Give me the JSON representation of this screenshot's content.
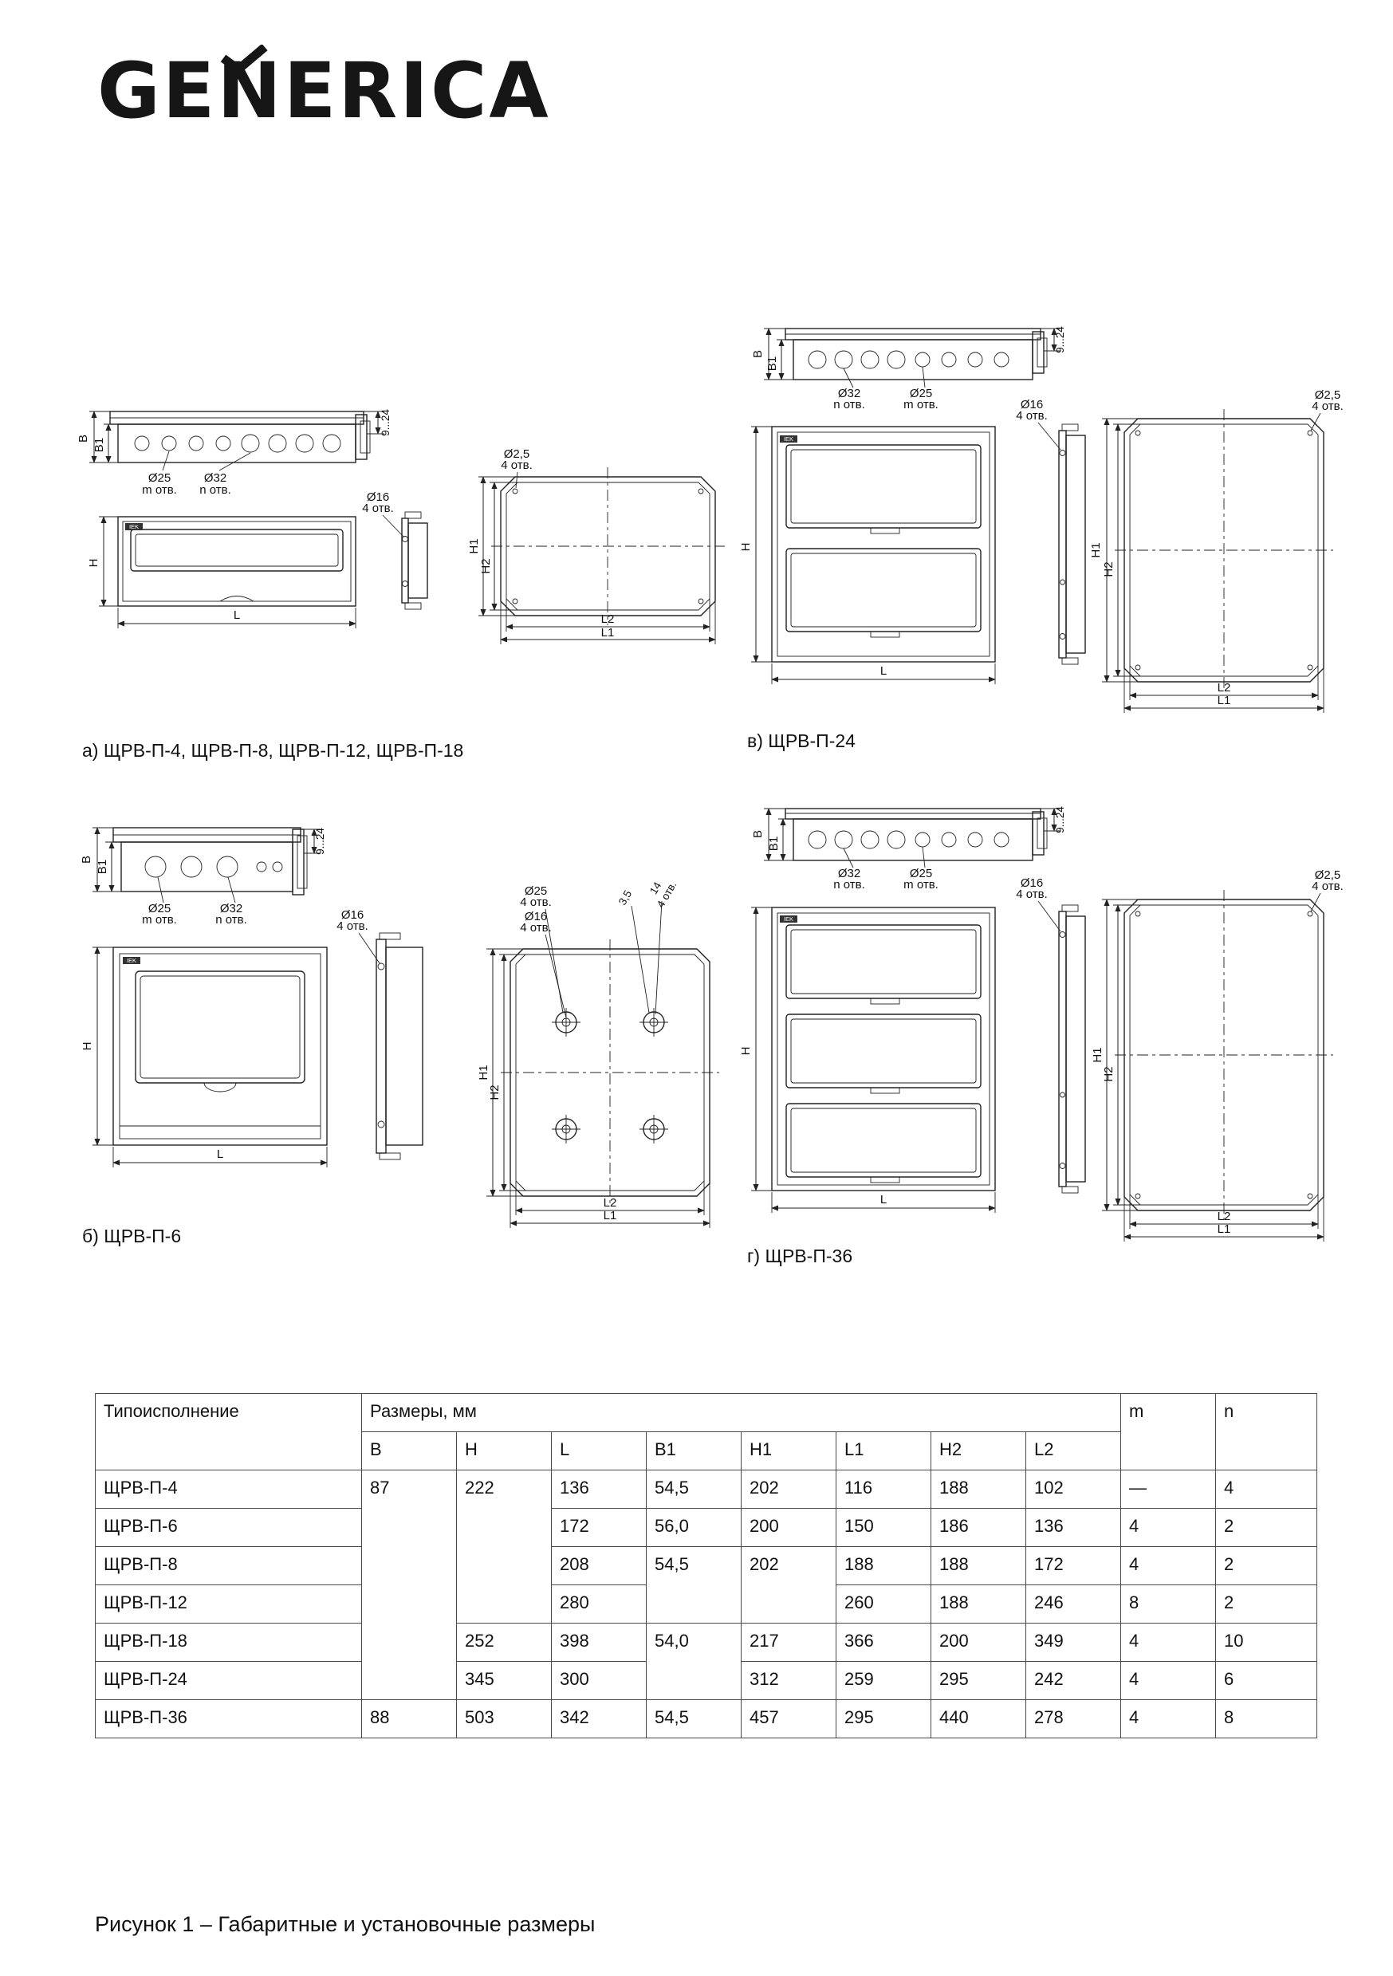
{
  "brand": "GENERICA",
  "iek": "IEK",
  "figures": {
    "a": {
      "caption": "а) ЩРВ-П-4, ЩРВ-П-8, ЩРВ-П-12, ЩРВ-П-18"
    },
    "v": {
      "caption": "в) ЩРВ-П-24"
    },
    "b": {
      "caption": "б) ЩРВ-П-6"
    },
    "g": {
      "caption": "г) ЩРВ-П-36"
    }
  },
  "dim_labels": {
    "B": "B",
    "B1": "B1",
    "H": "H",
    "L": "L",
    "H1": "H1",
    "H2": "H2",
    "L1": "L1",
    "L2": "L2",
    "d25": "Ø25",
    "d32": "Ø32",
    "d16": "Ø16",
    "d2_5": "Ø2,5",
    "m_otv": "m отв.",
    "n_otv": "n отв.",
    "otv4": "4 отв.",
    "gap": "9...24",
    "t3_5": "3,5",
    "t14": "14"
  },
  "table": {
    "header": {
      "type": "Типоисполнение",
      "sizes": "Размеры, мм",
      "m": "m",
      "n": "n",
      "size_cols": [
        "B",
        "H",
        "L",
        "B1",
        "H1",
        "L1",
        "H2",
        "L2"
      ]
    },
    "rows": [
      {
        "name": "ЩРВ-П-4",
        "B": "87",
        "H": "222",
        "L": "136",
        "B1": "54,5",
        "H1": "202",
        "L1": "116",
        "H2": "188",
        "L2": "102",
        "m": "—",
        "n": "4"
      },
      {
        "name": "ЩРВ-П-6",
        "L": "172",
        "B1": "56,0",
        "H1": "200",
        "L1": "150",
        "H2": "186",
        "L2": "136",
        "m": "4",
        "n": "2"
      },
      {
        "name": "ЩРВ-П-8",
        "L": "208",
        "B1": "54,5",
        "H1": "202",
        "L1": "188",
        "H2": "188",
        "L2": "172",
        "m": "4",
        "n": "2"
      },
      {
        "name": "ЩРВ-П-12",
        "L": "280",
        "L1": "260",
        "H2": "188",
        "L2": "246",
        "m": "8",
        "n": "2"
      },
      {
        "name": "ЩРВ-П-18",
        "H": "252",
        "L": "398",
        "B1": "54,0",
        "H1": "217",
        "L1": "366",
        "H2": "200",
        "L2": "349",
        "m": "4",
        "n": "10"
      },
      {
        "name": "ЩРВ-П-24",
        "H": "345",
        "L": "300",
        "H1": "312",
        "L1": "259",
        "H2": "295",
        "L2": "242",
        "m": "4",
        "n": "6"
      },
      {
        "name": "ЩРВ-П-36",
        "B": "88",
        "H": "503",
        "L": "342",
        "B1": "54,5",
        "H1": "457",
        "L1": "295",
        "H2": "440",
        "L2": "278",
        "m": "4",
        "n": "8"
      }
    ]
  },
  "page_caption": "Рисунок 1 – Габаритные и установочные размеры"
}
